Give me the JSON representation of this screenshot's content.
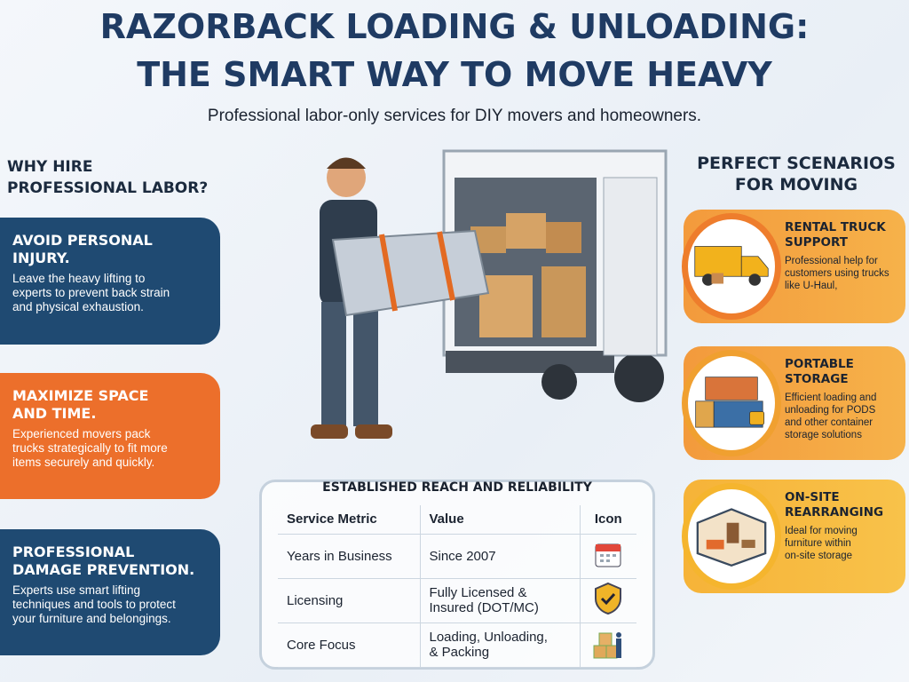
{
  "header": {
    "title_line1": "RAZORBACK LOADING & UNLOADING:",
    "title_line2": "THE SMART WAY TO MOVE HEAVY",
    "subtitle": "Professional labor-only services for DIY movers and homeowners."
  },
  "left": {
    "heading_line1": "WHY HIRE",
    "heading_line2": "PROFESSIONAL LABOR?",
    "cards": [
      {
        "title1": "AVOID PERSONAL",
        "title2": "INJURY.",
        "desc1": "Leave the heavy lifting to",
        "desc2": "experts to prevent back strain",
        "desc3": "and physical exhaustion.",
        "color": "#1f4a72"
      },
      {
        "title1": "MAXIMIZE SPACE",
        "title2": "AND TIME.",
        "desc1": "Experienced movers pack",
        "desc2": "trucks strategically to fit more",
        "desc3": "items securely and quickly.",
        "color": "#ec6f2b"
      },
      {
        "title1": "PROFESSIONAL",
        "title2": "DAMAGE PREVENTION.",
        "desc1": "Experts use smart lifting",
        "desc2": "techniques and tools to protect",
        "desc3": "your furniture and belongings.",
        "color": "#1f4a72"
      }
    ]
  },
  "right": {
    "heading_line1": "PERFECT SCENARIOS",
    "heading_line2": "FOR MOVING",
    "cards": [
      {
        "title1": "RENTAL TRUCK",
        "title2": "SUPPORT",
        "desc1": "Professional help for",
        "desc2": "customers using trucks",
        "desc3": "like U-Haul,",
        "icon": "truck-icon"
      },
      {
        "title1": "PORTABLE",
        "title2": "STORAGE",
        "desc1": "Efficient loading and",
        "desc2": "unloading for PODS",
        "desc3": "and other container",
        "desc4": "storage solutions",
        "icon": "container-icon"
      },
      {
        "title1": "ON-SITE",
        "title2": "REARRANGING",
        "desc1": "Ideal for moving",
        "desc2": "furniture within",
        "desc3": "on-site storage",
        "icon": "room-icon"
      }
    ]
  },
  "table": {
    "title": "ESTABLISHED REACH AND RELIABILITY",
    "headers": [
      "Service Metric",
      "Value",
      "Icon"
    ],
    "rows": [
      {
        "metric": "Years in Business",
        "value1": "Since 2007",
        "value2": "",
        "icon": "calendar-icon"
      },
      {
        "metric": "Licensing",
        "value1": "Fully Licensed &",
        "value2": "Insured (DOT/MC)",
        "icon": "shield-check-icon"
      },
      {
        "metric": "Core Focus",
        "value1": "Loading, Unloading,",
        "value2": "& Packing",
        "icon": "boxes-mover-icon"
      }
    ]
  }
}
